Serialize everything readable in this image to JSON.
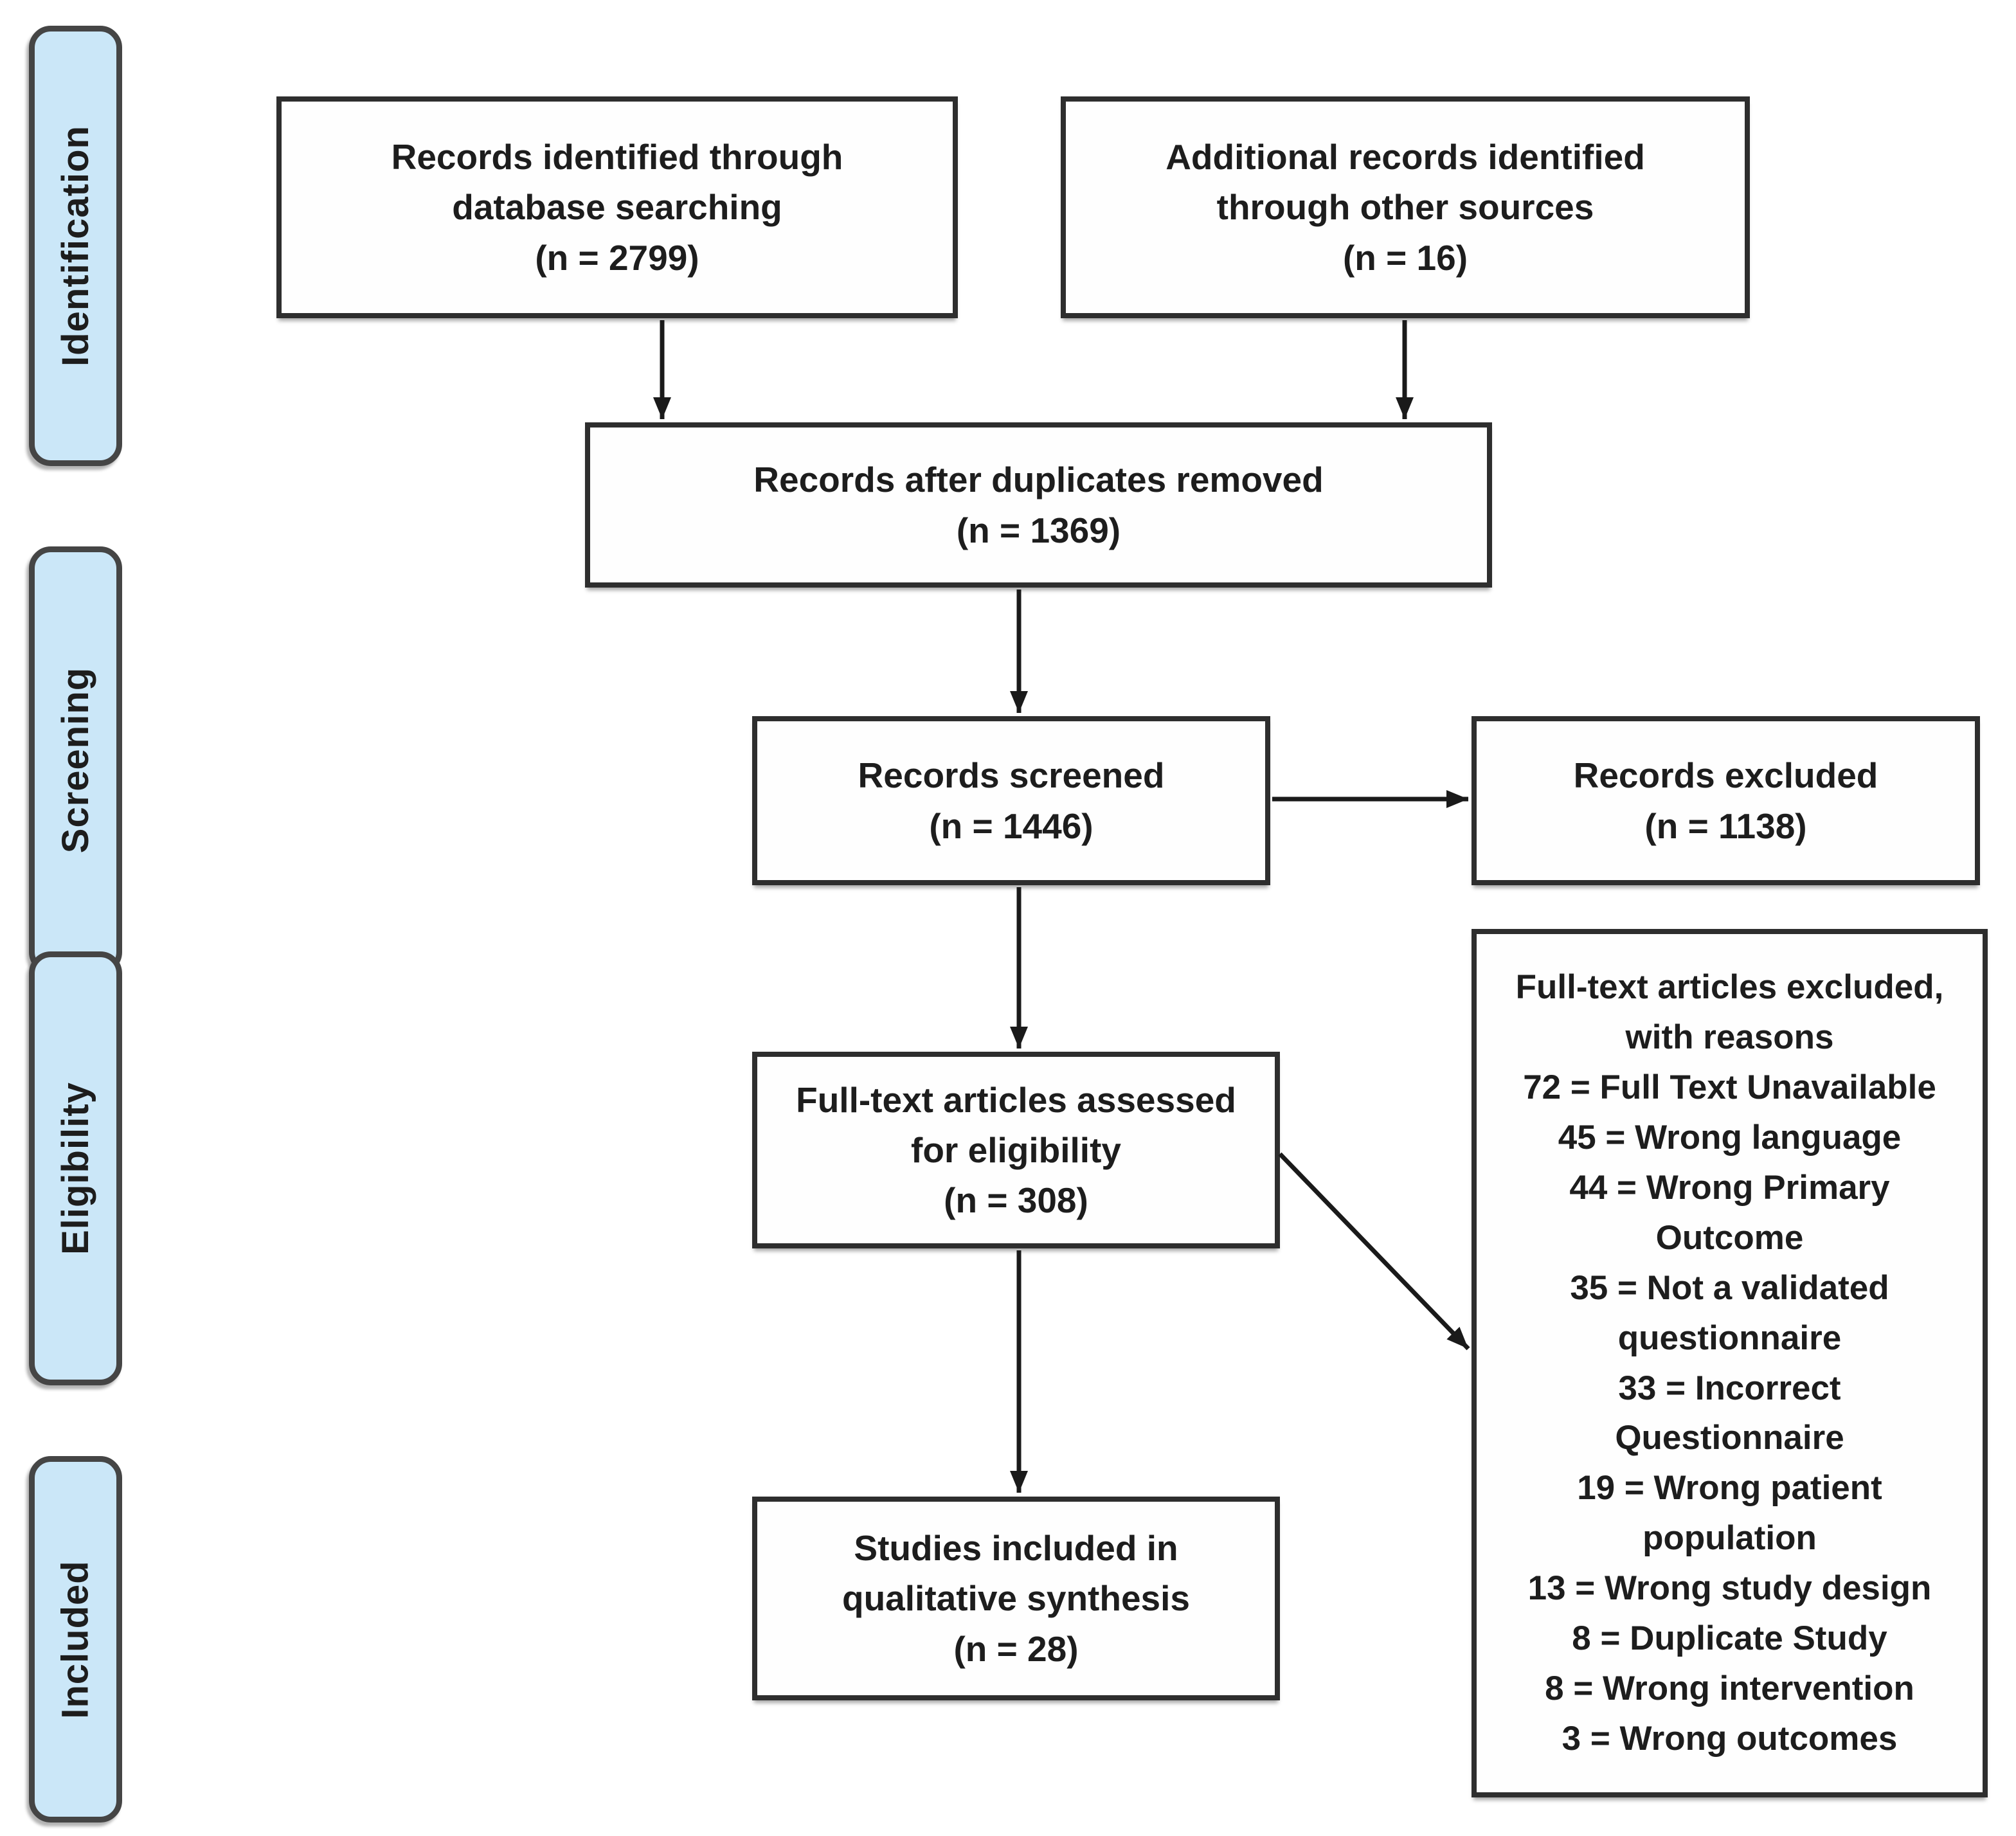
{
  "stages": {
    "items": [
      {
        "label": "Identification"
      },
      {
        "label": "Screening"
      },
      {
        "label": "Eligibility"
      },
      {
        "label": "Included"
      }
    ]
  },
  "flow": {
    "records_identified": {
      "n": 2799,
      "lines": [
        "Records identified through",
        "database searching",
        "(n = 2799)"
      ]
    },
    "additional_records": {
      "n": 16,
      "lines": [
        "Additional records identified",
        "through other sources",
        "(n = 16)"
      ]
    },
    "after_duplicates": {
      "n": 1369,
      "lines": [
        "Records after duplicates removed",
        "(n = 1369)"
      ]
    },
    "records_screened": {
      "n": 1446,
      "lines": [
        "Records screened",
        "(n = 1446)"
      ]
    },
    "records_excluded": {
      "n": 1138,
      "lines": [
        "Records excluded",
        "(n = 1138)"
      ]
    },
    "fulltext_assessed": {
      "n": 308,
      "lines": [
        "Full-text articles assessed",
        "for eligibility",
        "(n = 308)"
      ]
    },
    "fulltext_excluded": {
      "lines": [
        "Full-text articles excluded,",
        "with reasons",
        "72 = Full Text Unavailable",
        "45 = Wrong language",
        "44 = Wrong Primary",
        "Outcome",
        "35 = Not a validated",
        "questionnaire",
        "33 = Incorrect",
        "Questionnaire",
        "19 = Wrong patient",
        "population",
        "13 = Wrong study design",
        "8 = Duplicate Study",
        "8 = Wrong intervention",
        "3 = Wrong outcomes"
      ],
      "reasons": [
        {
          "count": 72,
          "reason": "Full Text Unavailable"
        },
        {
          "count": 45,
          "reason": "Wrong language"
        },
        {
          "count": 44,
          "reason": "Wrong Primary Outcome"
        },
        {
          "count": 35,
          "reason": "Not a validated questionnaire"
        },
        {
          "count": 33,
          "reason": "Incorrect Questionnaire"
        },
        {
          "count": 19,
          "reason": "Wrong patient population"
        },
        {
          "count": 13,
          "reason": "Wrong study design"
        },
        {
          "count": 8,
          "reason": "Duplicate Study"
        },
        {
          "count": 8,
          "reason": "Wrong intervention"
        },
        {
          "count": 3,
          "reason": "Wrong outcomes"
        }
      ]
    },
    "included_qualitative": {
      "n": 28,
      "lines": [
        "Studies included in",
        "qualitative synthesis",
        "(n = 28)"
      ]
    }
  },
  "colors": {
    "stage_fill": "#cbe7f8",
    "stage_border": "#454545",
    "box_fill": "#fefefe",
    "box_border": "#2e2e2e",
    "arrow": "#1a1a1a",
    "text": "#1d1d1d",
    "background": "#ffffff"
  }
}
